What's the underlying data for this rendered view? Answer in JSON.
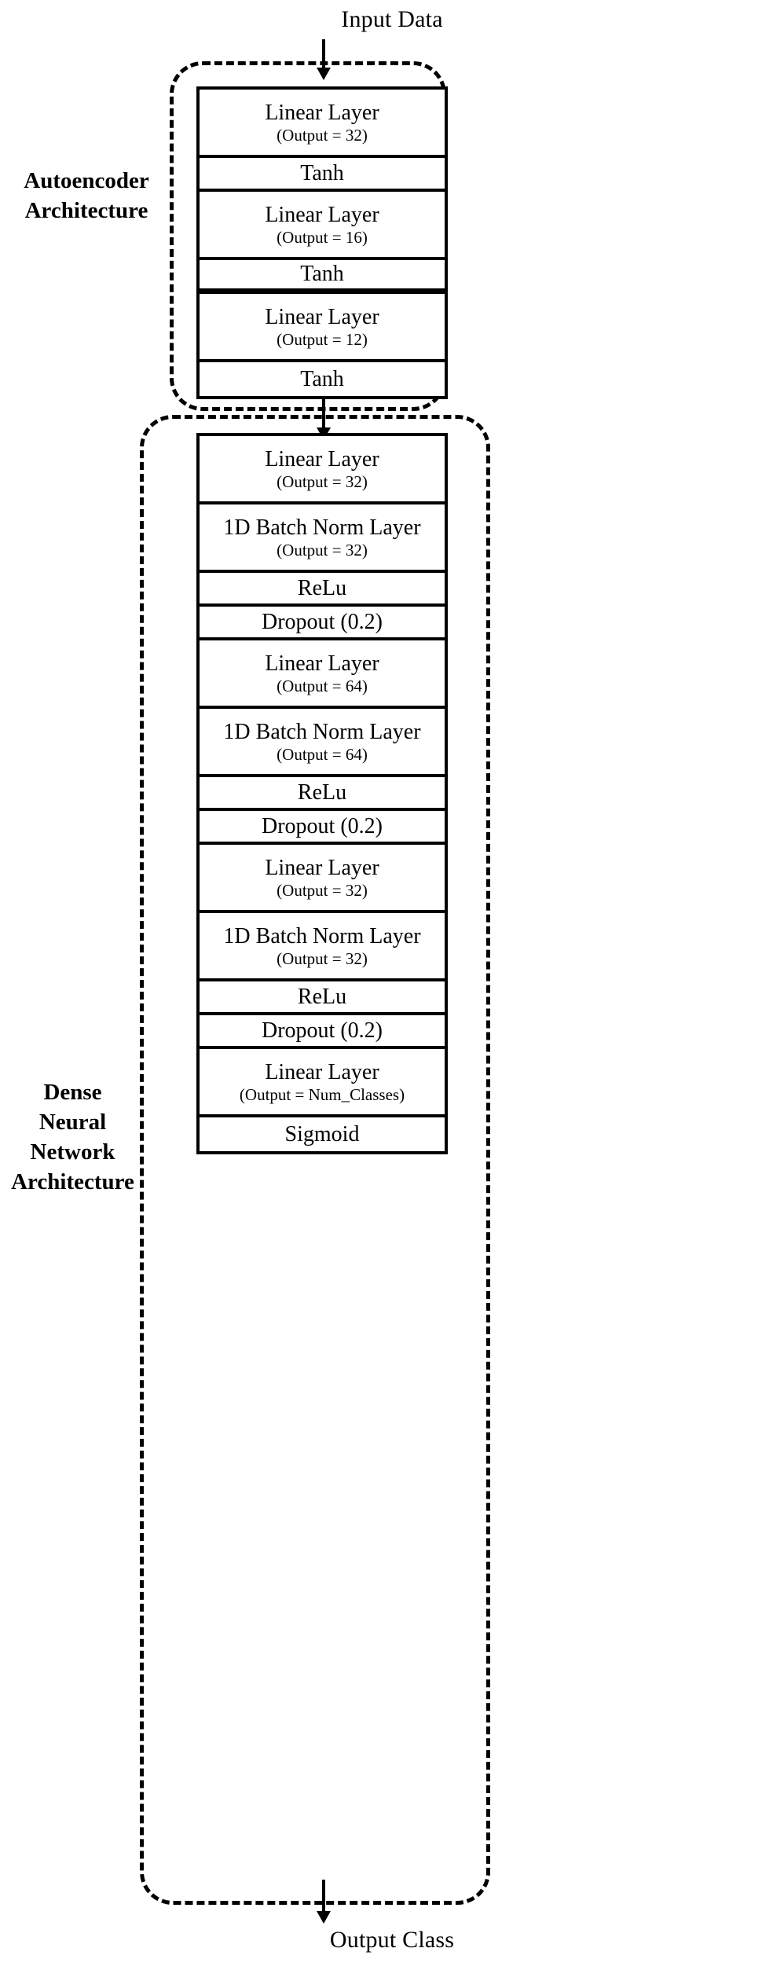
{
  "diagram": {
    "input_label": "Input Data",
    "output_label": "Output Class",
    "groups": [
      {
        "id": "autoencoder",
        "label": "Autoencoder\nArchitecture",
        "label_lines": [
          "Autoencoder",
          "Architecture"
        ],
        "layers": [
          {
            "title": "Linear Layer",
            "sub": "(Output = 32)"
          },
          {
            "title": "Tanh",
            "sub": ""
          },
          {
            "title": "Linear Layer",
            "sub": "(Output = 16)"
          },
          {
            "title": "Tanh",
            "sub": ""
          },
          {
            "title": "Linear Layer",
            "sub": "(Output = 12)"
          },
          {
            "title": "Tanh",
            "sub": ""
          }
        ]
      },
      {
        "id": "dense-neural-network",
        "label": "Dense\nNeural\nNetwork\nArchitecture",
        "label_lines": [
          "Dense",
          "Neural",
          "Network",
          "Architecture"
        ],
        "layers": [
          {
            "title": "Linear Layer",
            "sub": "(Output = 32)"
          },
          {
            "title": "1D Batch Norm Layer",
            "sub": "(Output = 32)"
          },
          {
            "title": "ReLu",
            "sub": ""
          },
          {
            "title": "Dropout (0.2)",
            "sub": ""
          },
          {
            "title": "Linear Layer",
            "sub": "(Output = 64)"
          },
          {
            "title": "1D Batch Norm Layer",
            "sub": "(Output = 64)"
          },
          {
            "title": "ReLu",
            "sub": ""
          },
          {
            "title": "Dropout (0.2)",
            "sub": ""
          },
          {
            "title": "Linear Layer",
            "sub": "(Output = 32)"
          },
          {
            "title": "1D Batch Norm Layer",
            "sub": "(Output = 32)"
          },
          {
            "title": "ReLu",
            "sub": ""
          },
          {
            "title": "Dropout (0.2)",
            "sub": ""
          },
          {
            "title": "Linear Layer",
            "sub": "(Output = Num_Classes)"
          },
          {
            "title": "Sigmoid",
            "sub": ""
          }
        ]
      }
    ],
    "connectors": [
      {
        "name": "input-to-autoencoder"
      },
      {
        "name": "autoencoder-to-dense-network"
      },
      {
        "name": "dense-network-to-output"
      }
    ],
    "colors": {
      "stroke": "#000000",
      "background": "#ffffff"
    }
  }
}
